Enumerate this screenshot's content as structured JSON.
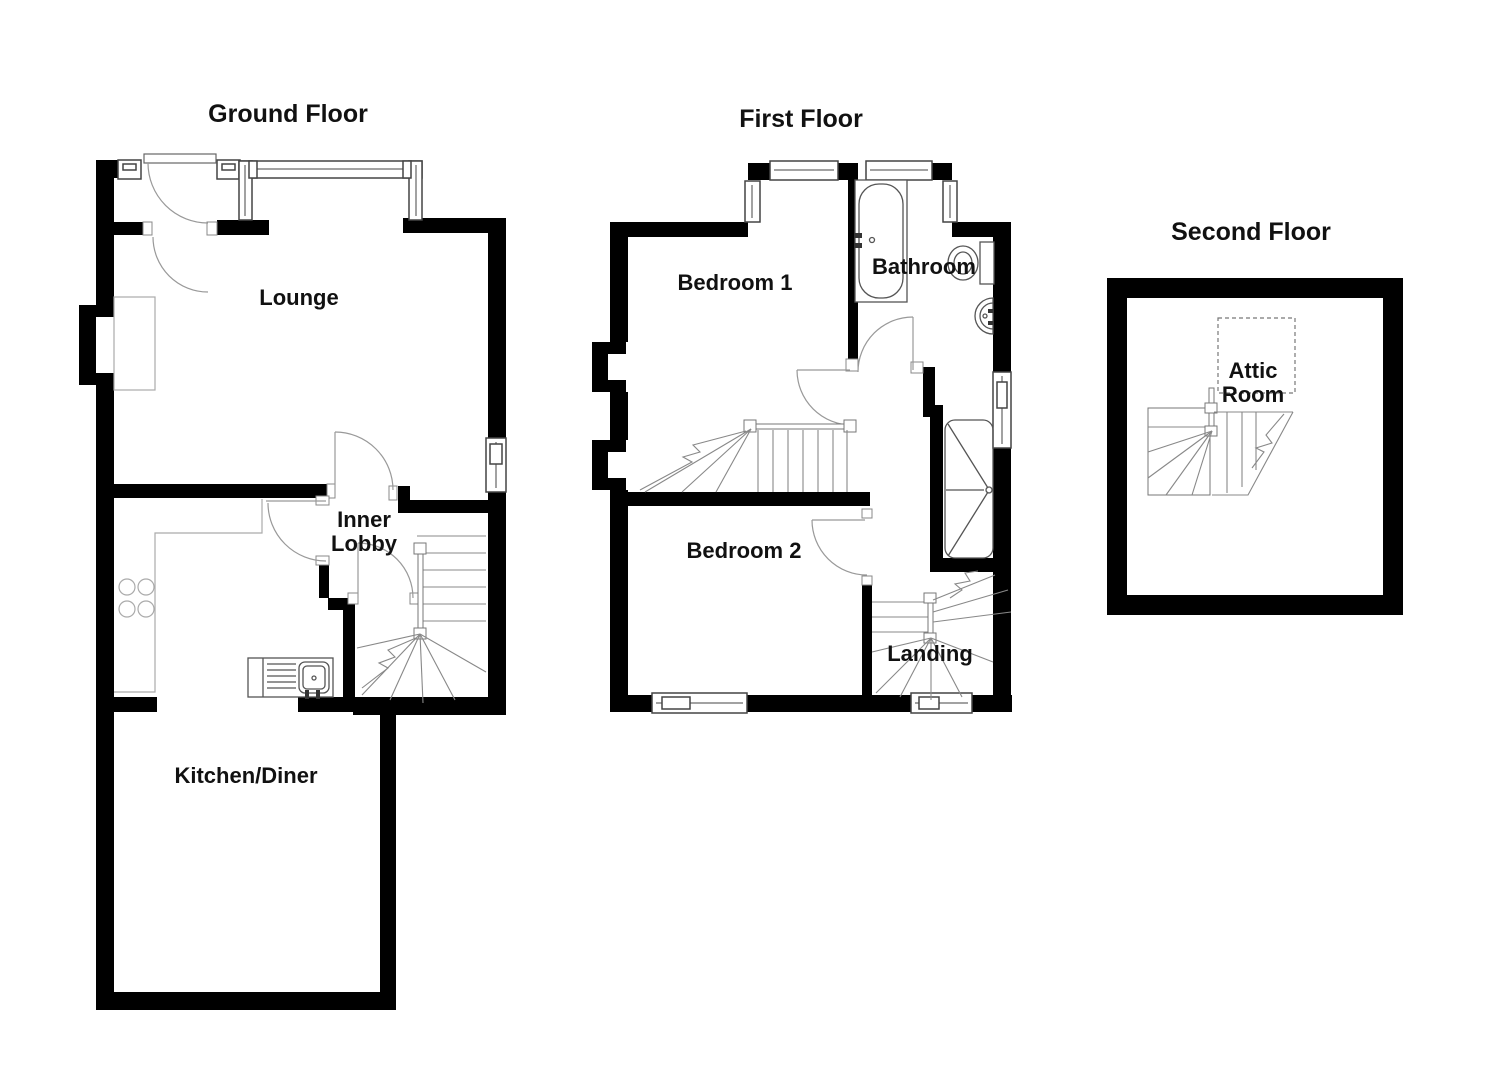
{
  "page": {
    "background": "#ffffff"
  },
  "ground_floor": {
    "title": "Ground Floor",
    "rooms": {
      "lounge": "Lounge",
      "inner_lobby_line1": "Inner",
      "inner_lobby_line2": "Lobby",
      "kitchen_diner": "Kitchen/Diner"
    }
  },
  "first_floor": {
    "title": "First Floor",
    "rooms": {
      "bedroom1": "Bedroom 1",
      "bathroom": "Bathroom",
      "bedroom2": "Bedroom 2",
      "landing": "Landing"
    }
  },
  "second_floor": {
    "title": "Second Floor",
    "rooms": {
      "attic_line1": "Attic",
      "attic_line2": "Room"
    }
  },
  "colors": {
    "wall": "#000000",
    "window_frame": "#444444",
    "fixture": "#555555",
    "door_arc": "#999999",
    "counter": "#aaaaaa",
    "stair": "#888888",
    "text": "#111111",
    "background": "#ffffff"
  }
}
